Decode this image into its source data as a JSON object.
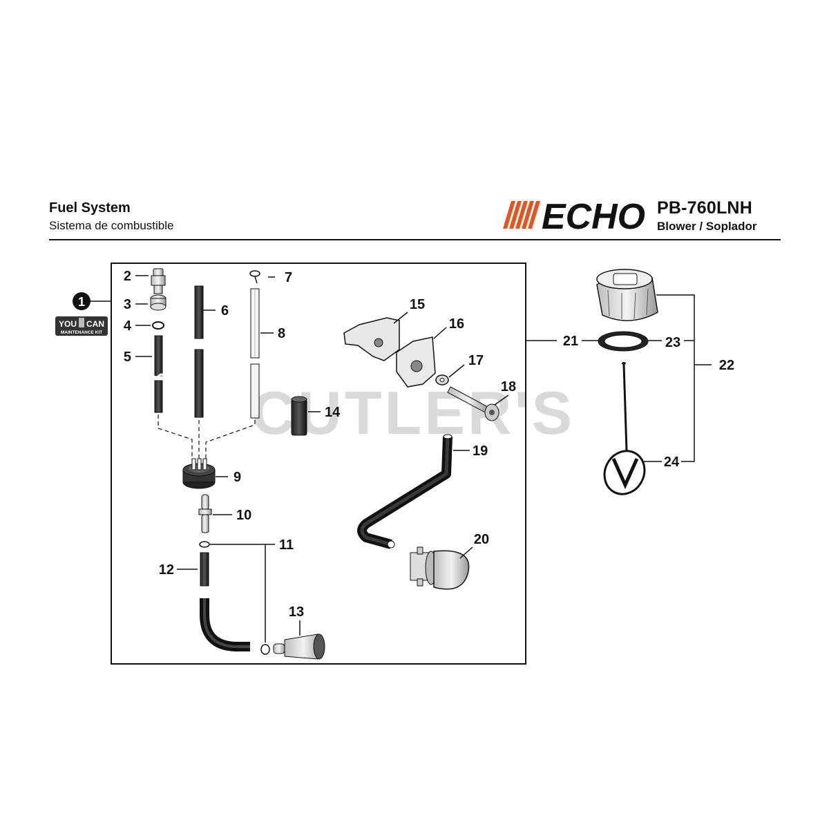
{
  "header": {
    "title": "Fuel System",
    "subtitle": "Sistema de combustible",
    "brand": "ECHO",
    "model": "PB-760LNH",
    "model_sub": "Blower / Soplador"
  },
  "badge": {
    "number": "1",
    "kit_line1": "YOU",
    "kit_line2": "CAN",
    "kit_line3": "MAINTENANCE KIT"
  },
  "watermark": "CUTLER'S",
  "callouts": [
    "2",
    "3",
    "4",
    "5",
    "6",
    "7",
    "8",
    "9",
    "10",
    "11",
    "12",
    "13",
    "14",
    "15",
    "16",
    "17",
    "18",
    "19",
    "20",
    "21",
    "22",
    "23",
    "24"
  ],
  "colors": {
    "brand_stripes": "#e8541e",
    "ink": "#111111",
    "watermark": "#b9b9b9"
  }
}
